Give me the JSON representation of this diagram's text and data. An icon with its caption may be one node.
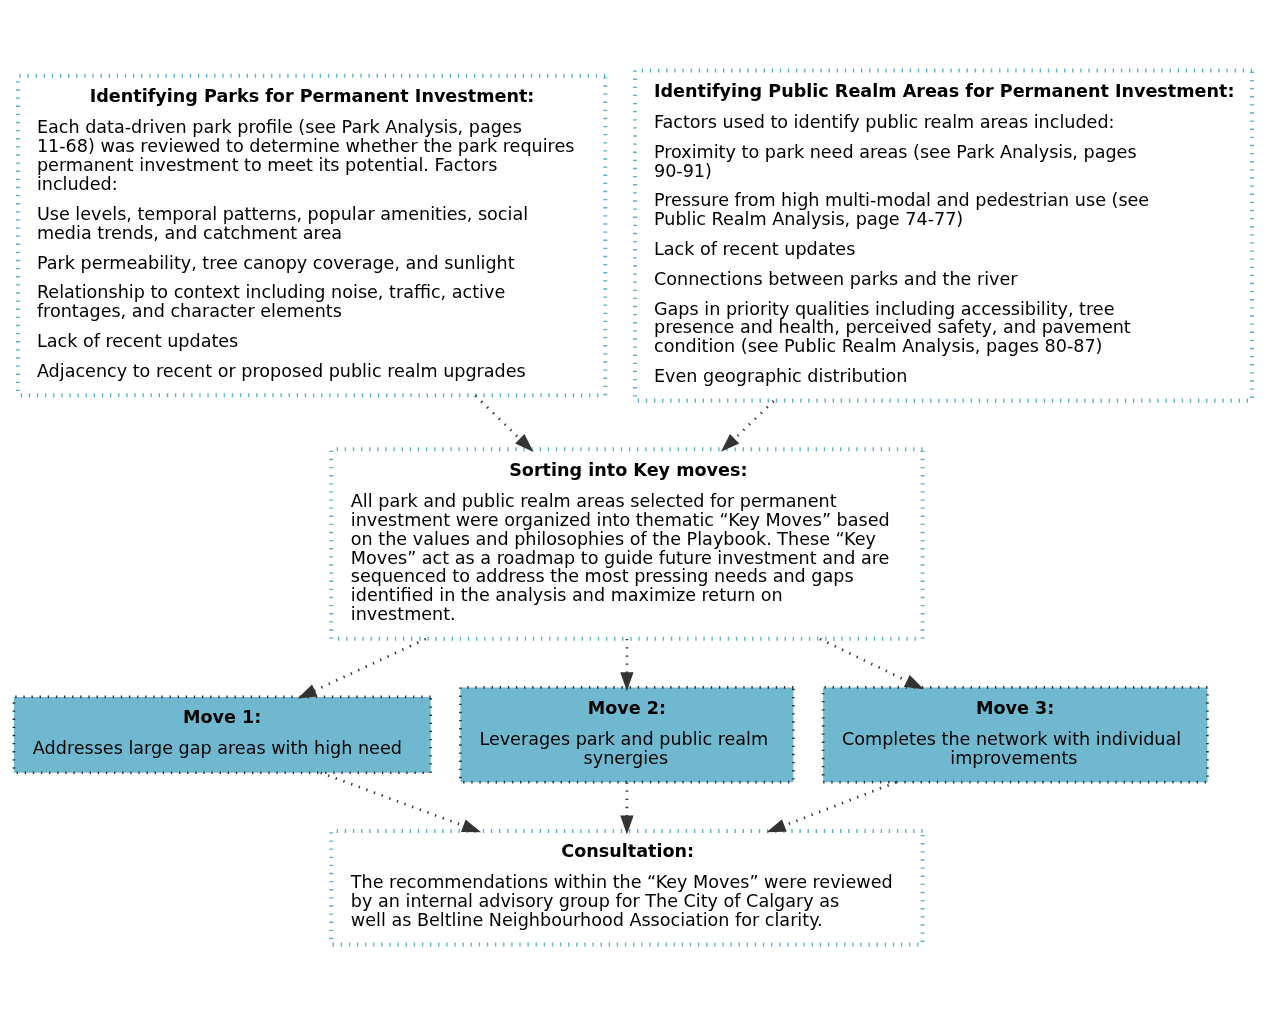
{
  "diagram": {
    "nodes": [
      {
        "text": [
          "Identifying Parks for Permanent Investment:",
          "Each data-driven park profile (see Park Analysis, pages 11-68) was reviewed to determine whether the park requires permanent investment to meet its potential. Factors included:",
          "Use levels, temporal patterns, popular amenities, social media trends, and catchment area",
          "Park permeability, tree canopy coverage, and sunlight",
          "Relationship to context including noise, traffic, active frontages, and character elements",
          "Lack of recent updates",
          "Adjacency to recent or proposed public realm upgrades"
        ]
      },
      {
        "text": [
          "Identifying Public Realm Areas for Permanent Investment:",
          "Factors used to identify public realm areas included:",
          "Proximity to park need areas (see Park Analysis, pages 90-91)",
          "Pressure from high multi-modal and pedestrian use (see Public Realm Analysis, page 74-77)",
          "Lack of recent updates",
          "Connections between parks and the river",
          "Gaps in priority qualities including accessibility, tree presence and health, perceived safety, and pavement condition (see Public Realm Analysis, pages 80-87)",
          "Even geographic distribution"
        ]
      },
      {
        "text": [
          "Sorting into Key moves:",
          "All park and public realm areas selected for permanent investment were organized into thematic “Key Moves” based on the values and philosophies of the Playbook. These “Key Moves” act as a roadmap to guide future investment and are sequenced to address the most pressing needs and gaps identified in the analysis and maximize return on investment."
        ]
      },
      {
        "text": [
          "Move 1:",
          "Addresses large gap areas with high need"
        ]
      },
      {
        "text": [
          "Move 2:",
          "Leverages park and public realm synergies"
        ]
      },
      {
        "text": [
          "Move 3:",
          "Completes the network with individual improvements"
        ]
      },
      {
        "text": [
          "Consultation:",
          "The recommendations within the “Key Moves” were reviewed by an internal advisory group for The City of Calgary as well as Beltline Neighbourhood Association for clarity."
        ]
      }
    ],
    "edges": [
      {
        "from": 0,
        "to": 2,
        "arrow": "to"
      },
      {
        "from": 1,
        "to": 2,
        "arrow": "to"
      },
      {
        "from": 2,
        "to": 3,
        "arrow": "to"
      },
      {
        "from": 2,
        "to": 4,
        "arrow": "to"
      },
      {
        "from": 2,
        "to": 5,
        "arrow": "to"
      },
      {
        "from": 3,
        "to": 6,
        "arrow": "to"
      },
      {
        "from": 4,
        "to": 6,
        "arrow": "to"
      },
      {
        "from": 5,
        "to": 6,
        "arrow": "to"
      }
    ]
  }
}
